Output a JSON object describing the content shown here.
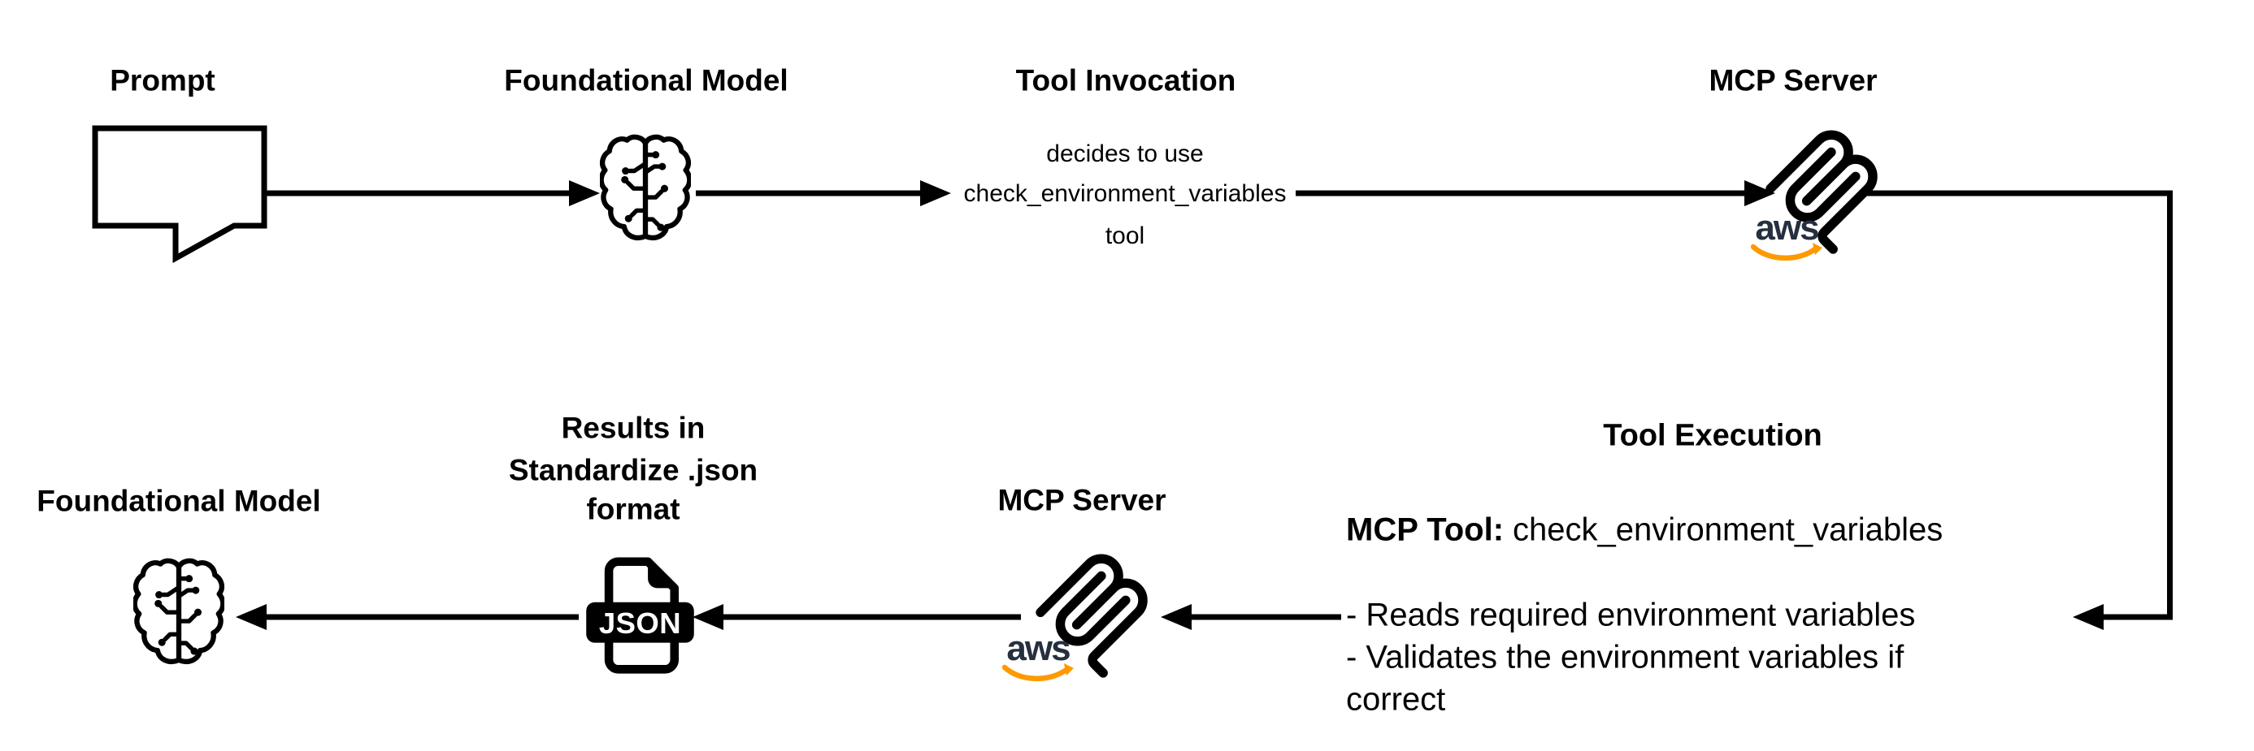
{
  "colors": {
    "background": "#ffffff",
    "diagram_ink": "#000000",
    "aws_text": "#252F3E",
    "aws_smile": "#FF9900",
    "json_label_text": "#ffffff"
  },
  "icons": {
    "aws_wordmark": "aws",
    "json_label": "JSON"
  },
  "top_row": {
    "prompt": {
      "title": "Prompt"
    },
    "foundational_model": {
      "title": "Foundational Model"
    },
    "tool_invocation": {
      "title": "Tool Invocation",
      "line1": "decides to use",
      "line2": "check_environment_variables",
      "line3": "tool"
    },
    "mcp_server": {
      "title": "MCP Server"
    }
  },
  "bottom_row": {
    "tool_execution": {
      "title": "Tool Execution",
      "tool_label": "MCP Tool:",
      "tool_name": "check_environment_variables",
      "detail_line1": "- Reads required environment variables",
      "detail_line2": "- Validates the environment variables if",
      "detail_line3": "correct"
    },
    "mcp_server": {
      "title": "MCP Server"
    },
    "results": {
      "title_line1": "Results in",
      "title_line2": "Standardize .json",
      "title_line3": "format"
    },
    "foundational_model": {
      "title": "Foundational Model"
    }
  }
}
